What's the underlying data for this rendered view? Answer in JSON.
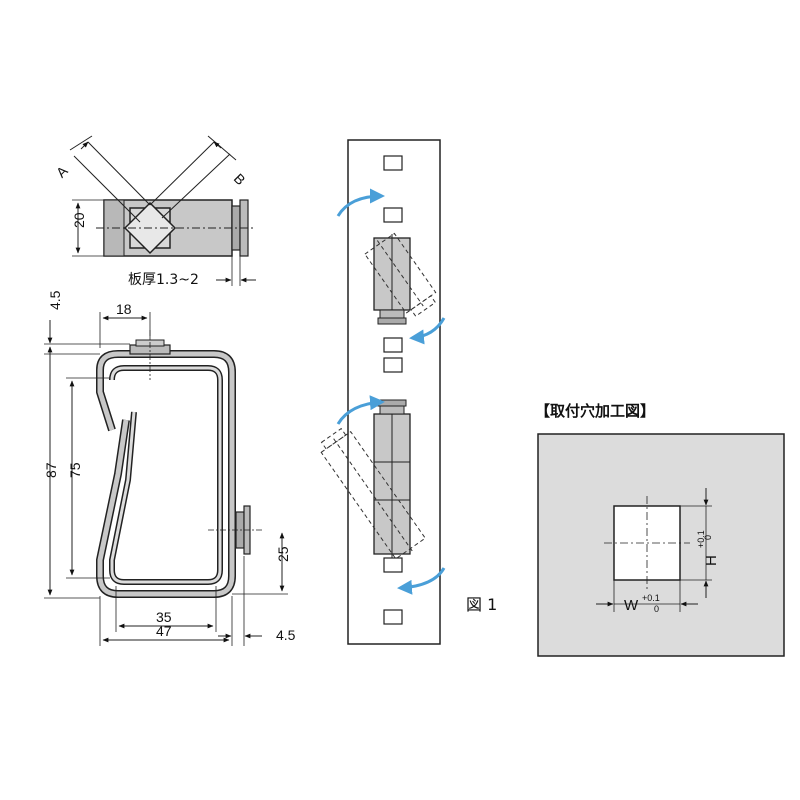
{
  "top_view": {
    "label_a": "A",
    "label_b": "B",
    "dim_height": "20",
    "plate_thickness": "板厚1.3~2"
  },
  "side_view": {
    "dim_offset": "4.5",
    "dim_flange": "18",
    "dim_total_height": "87",
    "dim_inner_height": "75",
    "dim_knob_height": "25",
    "dim_inner_width": "35",
    "dim_outer_width": "47",
    "dim_knob_offset": "4.5"
  },
  "install": {
    "figure_label": "図 1"
  },
  "hole_drawing": {
    "title": "【取付穴加工図】",
    "dim_h": "H",
    "dim_w": "W",
    "tol_plus": "+0.1",
    "tol_zero": "0",
    "colors": {
      "panel": "#dcdcdc",
      "hole": "#ffffff"
    }
  },
  "colors": {
    "arrow": "#4a9fd8",
    "part": "#c8c8c8",
    "line": "#222222"
  }
}
